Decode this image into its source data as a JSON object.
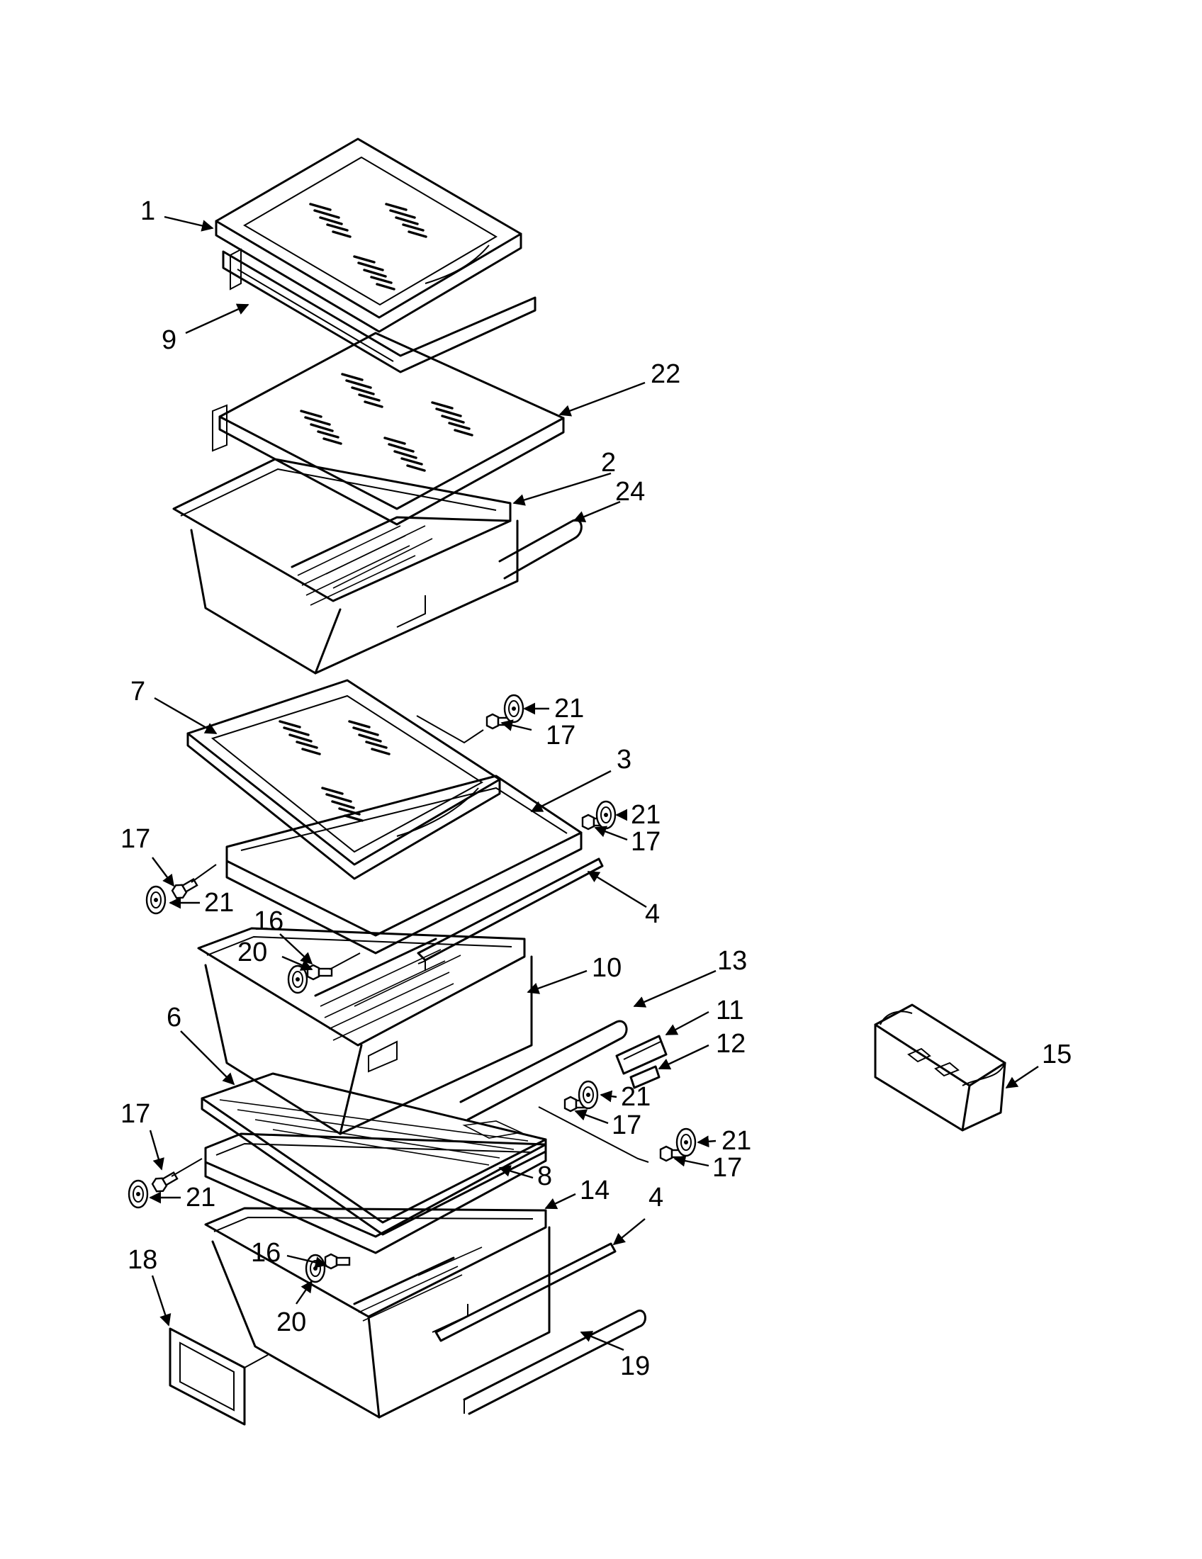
{
  "callouts": [
    {
      "id": "c1",
      "text": "1"
    },
    {
      "id": "c9",
      "text": "9"
    },
    {
      "id": "c22",
      "text": "22"
    },
    {
      "id": "c2",
      "text": "2"
    },
    {
      "id": "c24",
      "text": "24"
    },
    {
      "id": "c7",
      "text": "7"
    },
    {
      "id": "c21a",
      "text": "21"
    },
    {
      "id": "c17a",
      "text": "17"
    },
    {
      "id": "c3",
      "text": "3"
    },
    {
      "id": "c21b",
      "text": "21"
    },
    {
      "id": "c17b",
      "text": "17"
    },
    {
      "id": "c17c",
      "text": "17"
    },
    {
      "id": "c21c",
      "text": "21"
    },
    {
      "id": "c4a",
      "text": "4"
    },
    {
      "id": "c16a",
      "text": "16"
    },
    {
      "id": "c20a",
      "text": "20"
    },
    {
      "id": "c10",
      "text": "10"
    },
    {
      "id": "c13",
      "text": "13"
    },
    {
      "id": "c6",
      "text": "6"
    },
    {
      "id": "c11",
      "text": "11"
    },
    {
      "id": "c12",
      "text": "12"
    },
    {
      "id": "c15",
      "text": "15"
    },
    {
      "id": "c21d",
      "text": "21"
    },
    {
      "id": "c17d",
      "text": "17"
    },
    {
      "id": "c17e",
      "text": "17"
    },
    {
      "id": "c21e",
      "text": "21"
    },
    {
      "id": "c17f",
      "text": "17"
    },
    {
      "id": "c21f",
      "text": "21"
    },
    {
      "id": "c8",
      "text": "8"
    },
    {
      "id": "c14",
      "text": "14"
    },
    {
      "id": "c4b",
      "text": "4"
    },
    {
      "id": "c16b",
      "text": "16"
    },
    {
      "id": "c18",
      "text": "18"
    },
    {
      "id": "c20b",
      "text": "20"
    },
    {
      "id": "c19",
      "text": "19"
    }
  ]
}
